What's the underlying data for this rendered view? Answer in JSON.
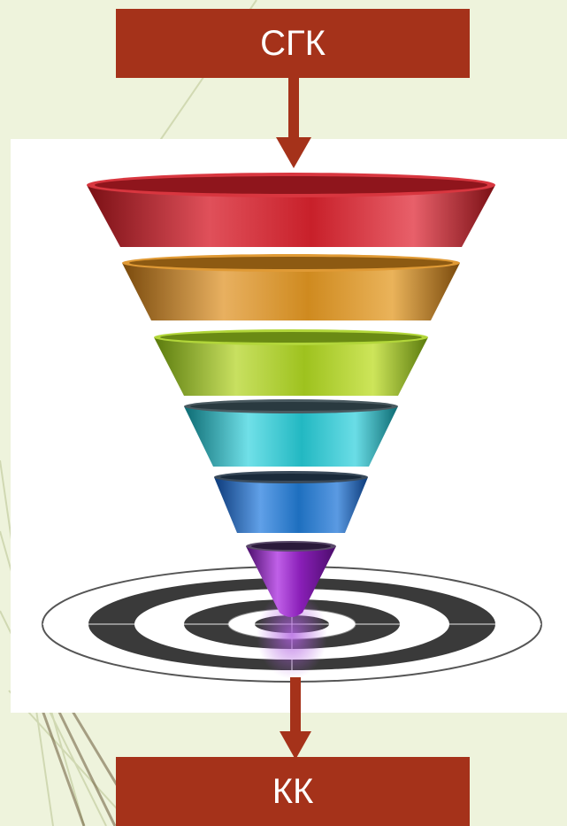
{
  "labels": {
    "top": "СГК",
    "bottom": "КК"
  },
  "colors": {
    "background": "#eef3dc",
    "label_box": "#a5321a",
    "arrow": "#a5321a",
    "tiers": [
      "#c8202a",
      "#cf8a1f",
      "#9ec21e",
      "#22b8c2",
      "#1e6fbf",
      "#8a1fb8"
    ],
    "target_dark": "#3a3a3a"
  },
  "diagram": {
    "type": "funnel",
    "tier_count": 6,
    "has_target": true
  }
}
